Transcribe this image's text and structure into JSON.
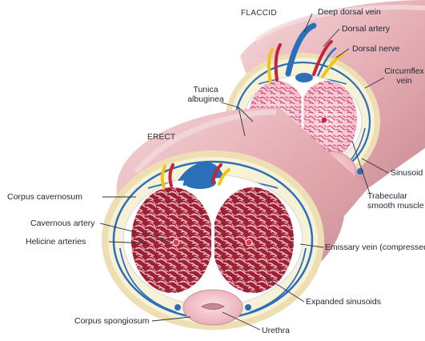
{
  "states": {
    "flaccid": "FLACCID",
    "erect": "ERECT"
  },
  "labels": {
    "deep_dorsal_vein": "Deep dorsal vein",
    "dorsal_artery": "Dorsal artery",
    "dorsal_nerve": "Dorsal nerve",
    "circumflex_vein_1": "Circumflex",
    "circumflex_vein_2": "vein",
    "tunica_albuginea_1": "Tunica",
    "tunica_albuginea_2": "albuginea",
    "sinusoid": "Sinusoid",
    "trabecular_smooth_muscle_1": "Trabecular",
    "trabecular_smooth_muscle_2": "smooth muscle",
    "corpus_cavernosum": "Corpus cavernosum",
    "cavernous_artery": "Cavernous artery",
    "helicine_arteries": "Helicine arteries",
    "emissary_vein": "Emissary vein (compressed)",
    "expanded_sinusoids": "Expanded sinusoids",
    "corpus_spongiosum": "Corpus spongiosum",
    "urethra": "Urethra"
  },
  "colors": {
    "skin": "#e9b9bd",
    "skin_shade": "#c98e95",
    "fascia": "#f4ecc6",
    "tunica": "#ffffff",
    "vein": "#2b6fb8",
    "artery": "#c8213a",
    "nerve": "#f0c419",
    "erect_tissue": "#a8283a",
    "flaccid_tissue": "#f3bfcf",
    "spongiosum": "#f0b7c0",
    "leader": "#2b3440"
  }
}
